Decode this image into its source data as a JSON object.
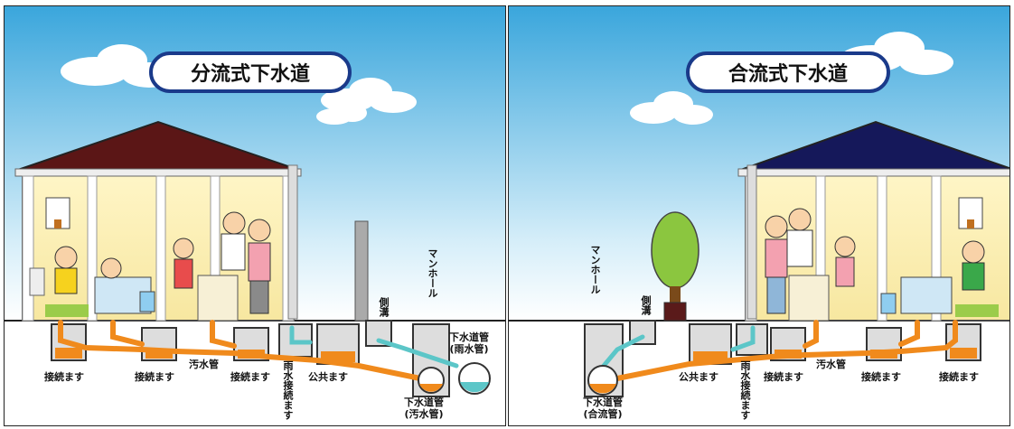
{
  "separate": {
    "title": "分流式下水道",
    "labels": {
      "connection_basin_1": "接続ます",
      "connection_basin_2": "接続ます",
      "connection_basin_3": "接続ます",
      "sewage_pipe": "汚水管",
      "rain_connection": "雨水接続ます",
      "public_basin": "公共ます",
      "ditch": "側溝",
      "manhole": "マンホール",
      "rain_pipe": "下水道管\n(雨水管)",
      "sewage_main": "下水道管\n(汚水管)"
    }
  },
  "combined": {
    "title": "合流式下水道",
    "labels": {
      "manhole": "マンホール",
      "ditch": "側溝",
      "combined_main": "下水道管\n(合流管)",
      "public_basin": "公共ます",
      "rain_connection": "雨水接続ます",
      "connection_basin_1": "接続ます",
      "sewage_pipe": "汚水管",
      "connection_basin_2": "接続ます",
      "connection_basin_3": "接続ます"
    }
  },
  "colors": {
    "sky_top": "#3aa6dc",
    "sky_bottom": "#ffffff",
    "sewage": "#f08a1c",
    "rain": "#5cc6c8",
    "roof_separate": "#5b1616",
    "roof_combined": "#15185a",
    "title_border": "#1a3a8a"
  }
}
